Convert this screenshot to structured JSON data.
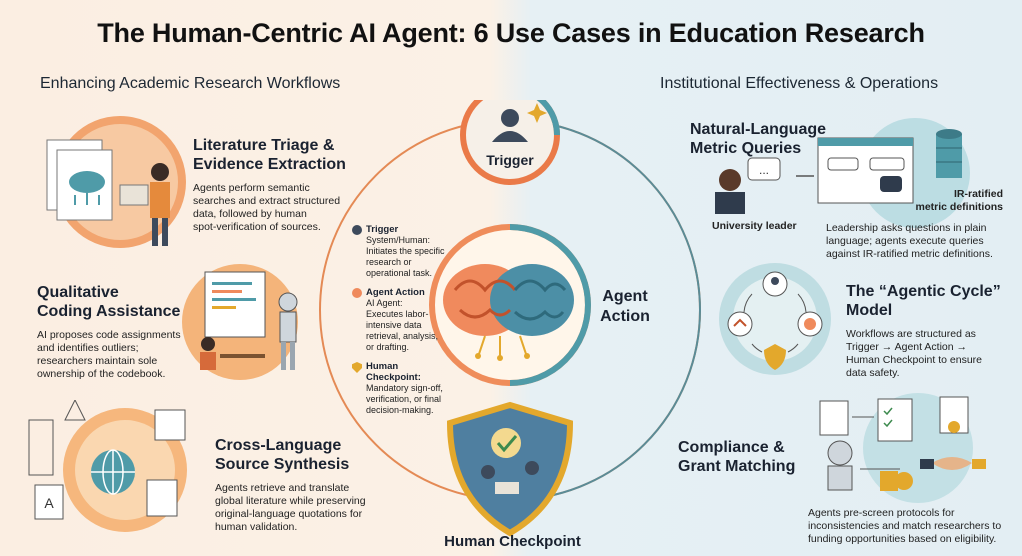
{
  "title": "The Human-Centric AI Agent: 6 Use Cases in Education Research",
  "left_section": {
    "heading": "Enhancing Academic Research Workflows",
    "cards": [
      {
        "title_line1": "Literature Triage &",
        "title_line2": "Evidence Extraction",
        "desc": [
          "Agents perform semantic",
          "searches and extract structured",
          "data, followed by human",
          "spot-verification of sources."
        ]
      },
      {
        "title_line1": "Qualitative",
        "title_line2": "Coding Assistance",
        "desc": [
          "AI proposes code assignments",
          "and identifies outliers;",
          "researchers maintain sole",
          "ownership of the codebook."
        ]
      },
      {
        "title_line1": "Cross-Language",
        "title_line2": "Source Synthesis",
        "desc": [
          "Agents retrieve and translate",
          "global literature while preserving",
          "original-language quotations for",
          "human validation."
        ]
      }
    ]
  },
  "right_section": {
    "heading": "Institutional Effectiveness & Operations",
    "cards": [
      {
        "title_line1": "Natural-Language",
        "title_line2": "Metric Queries",
        "desc": [
          "Leadership asks questions in plain",
          "language; agents execute queries",
          "against IR-ratified metric definitions."
        ],
        "label_leader": "University leader",
        "label_metric_line1": "IR-ratified",
        "label_metric_line2": "metric definitions"
      },
      {
        "title_line1": "The “Agentic Cycle”",
        "title_line2": "Model",
        "desc": [
          "Workflows are structured as",
          "Trigger → Agent Action →",
          "Human Checkpoint to ensure",
          "data safety."
        ]
      },
      {
        "title_line1": "Compliance &",
        "title_line2": "Grant Matching",
        "desc": [
          "Agents pre-screen protocols for",
          "inconsistencies and match researchers to",
          "funding opportunities based on eligibility."
        ]
      }
    ]
  },
  "cycle": {
    "trigger_label": "Trigger",
    "agent_label_line1": "Agent",
    "agent_label_line2": "Action",
    "checkpoint_label": "Human Checkpoint",
    "legend": [
      {
        "title": "Trigger",
        "desc": [
          "System/Human:",
          "Initiates the specific",
          "research or",
          "operational task."
        ]
      },
      {
        "title": "Agent Action",
        "desc": [
          "AI Agent:",
          "Executes labor-",
          "intensive data",
          "retrieval, analysis,",
          "or drafting."
        ]
      },
      {
        "title": "Human Checkpoint:",
        "desc": [
          "Mandatory sign-off,",
          "verification, or final",
          "decision-making."
        ]
      }
    ]
  },
  "colors": {
    "accent_orange": "#ef7a4a",
    "accent_teal": "#4f9ba8",
    "accent_gold": "#e3a82c",
    "text_dark": "#1a2230"
  }
}
